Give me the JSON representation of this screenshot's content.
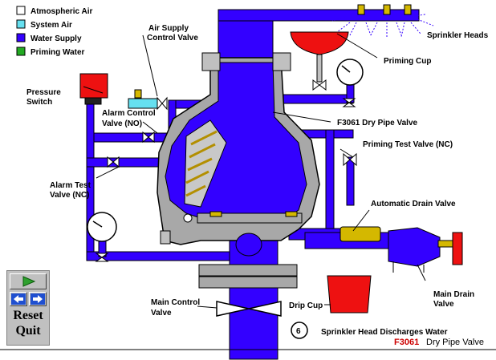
{
  "legend": [
    {
      "label": "Atmospheric Air",
      "color": "#ffffff"
    },
    {
      "label": "System Air",
      "color": "#66e0f0"
    },
    {
      "label": "Water Supply",
      "color": "#3300ff"
    },
    {
      "label": "Priming Water",
      "color": "#22aa22"
    }
  ],
  "labels": {
    "air_supply_1": "Air Supply",
    "air_supply_2": "Control Valve",
    "sprinkler_heads": "Sprinkler Heads",
    "priming_cup": "Priming Cup",
    "pressure_switch_1": "Pressure",
    "pressure_switch_2": "Switch",
    "alarm_control_1": "Alarm Control",
    "alarm_control_2": "Valve (NO)",
    "f3061_valve": "F3061 Dry Pipe Valve",
    "priming_test": "Priming Test Valve (NC)",
    "alarm_test_1": "Alarm Test",
    "alarm_test_2": "Valve (NC)",
    "auto_drain": "Automatic Drain Valve",
    "main_drain_1": "Main Drain",
    "main_drain_2": "Valve",
    "main_control_1": "Main Control",
    "main_control_2": "Valve",
    "drip_cup": "Drip Cup",
    "step_number": "6",
    "step_text": "Sprinkler Head Discharges Water",
    "footer_code": "F3061",
    "footer_title": "Dry Pipe Valve"
  },
  "controls": {
    "reset": "Reset",
    "quit": "Quit"
  },
  "colors": {
    "water": "#3300ff",
    "system_air": "#66e0f0",
    "priming": "#22aa22",
    "body_gray": "#a0a0a0",
    "red": "#ee1111",
    "gold": "#d4b800",
    "footer_code": "#cc0000"
  }
}
